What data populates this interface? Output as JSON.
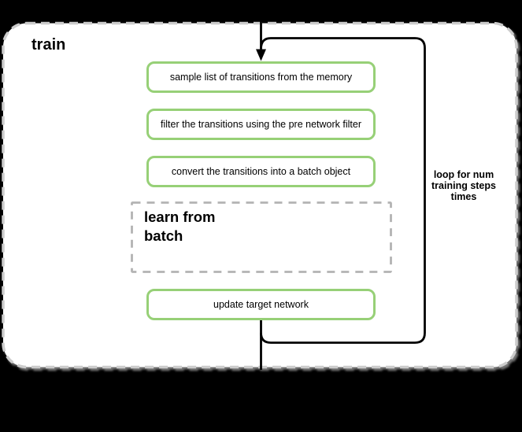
{
  "diagram": {
    "container_title": "train",
    "steps": [
      "sample list of transitions from the memory",
      "filter the transitions using the pre network filter",
      "convert the transitions into a batch object"
    ],
    "sub_process_label": "learn from\nbatch",
    "final_step": "update target network",
    "loop_annotation": "loop for num\ntraining steps\ntimes",
    "colors": {
      "background": "#000000",
      "container_fill": "#ffffff",
      "container_border": "#cccccc",
      "step_border": "#97d077",
      "sub_process_border": "#b3b3b3",
      "connector": "#000000",
      "text": "#000000"
    }
  }
}
